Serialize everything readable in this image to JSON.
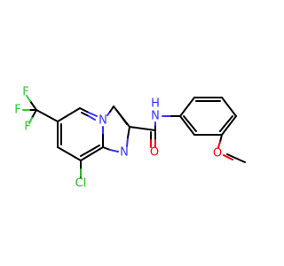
{
  "molecule": {
    "colors": {
      "carbon": "#000000",
      "nitrogen": "#3333ff",
      "oxygen": "#ff0000",
      "fluorine": "#33cc33",
      "chlorine": "#22bb22"
    },
    "atoms": {
      "f1": "F",
      "f2": "F",
      "f3": "F",
      "n_bridge": "N",
      "n_imine": "N",
      "nh": "N",
      "h": "H",
      "o_carbonyl": "O",
      "o_methoxy": "O",
      "cl": "Cl"
    }
  }
}
